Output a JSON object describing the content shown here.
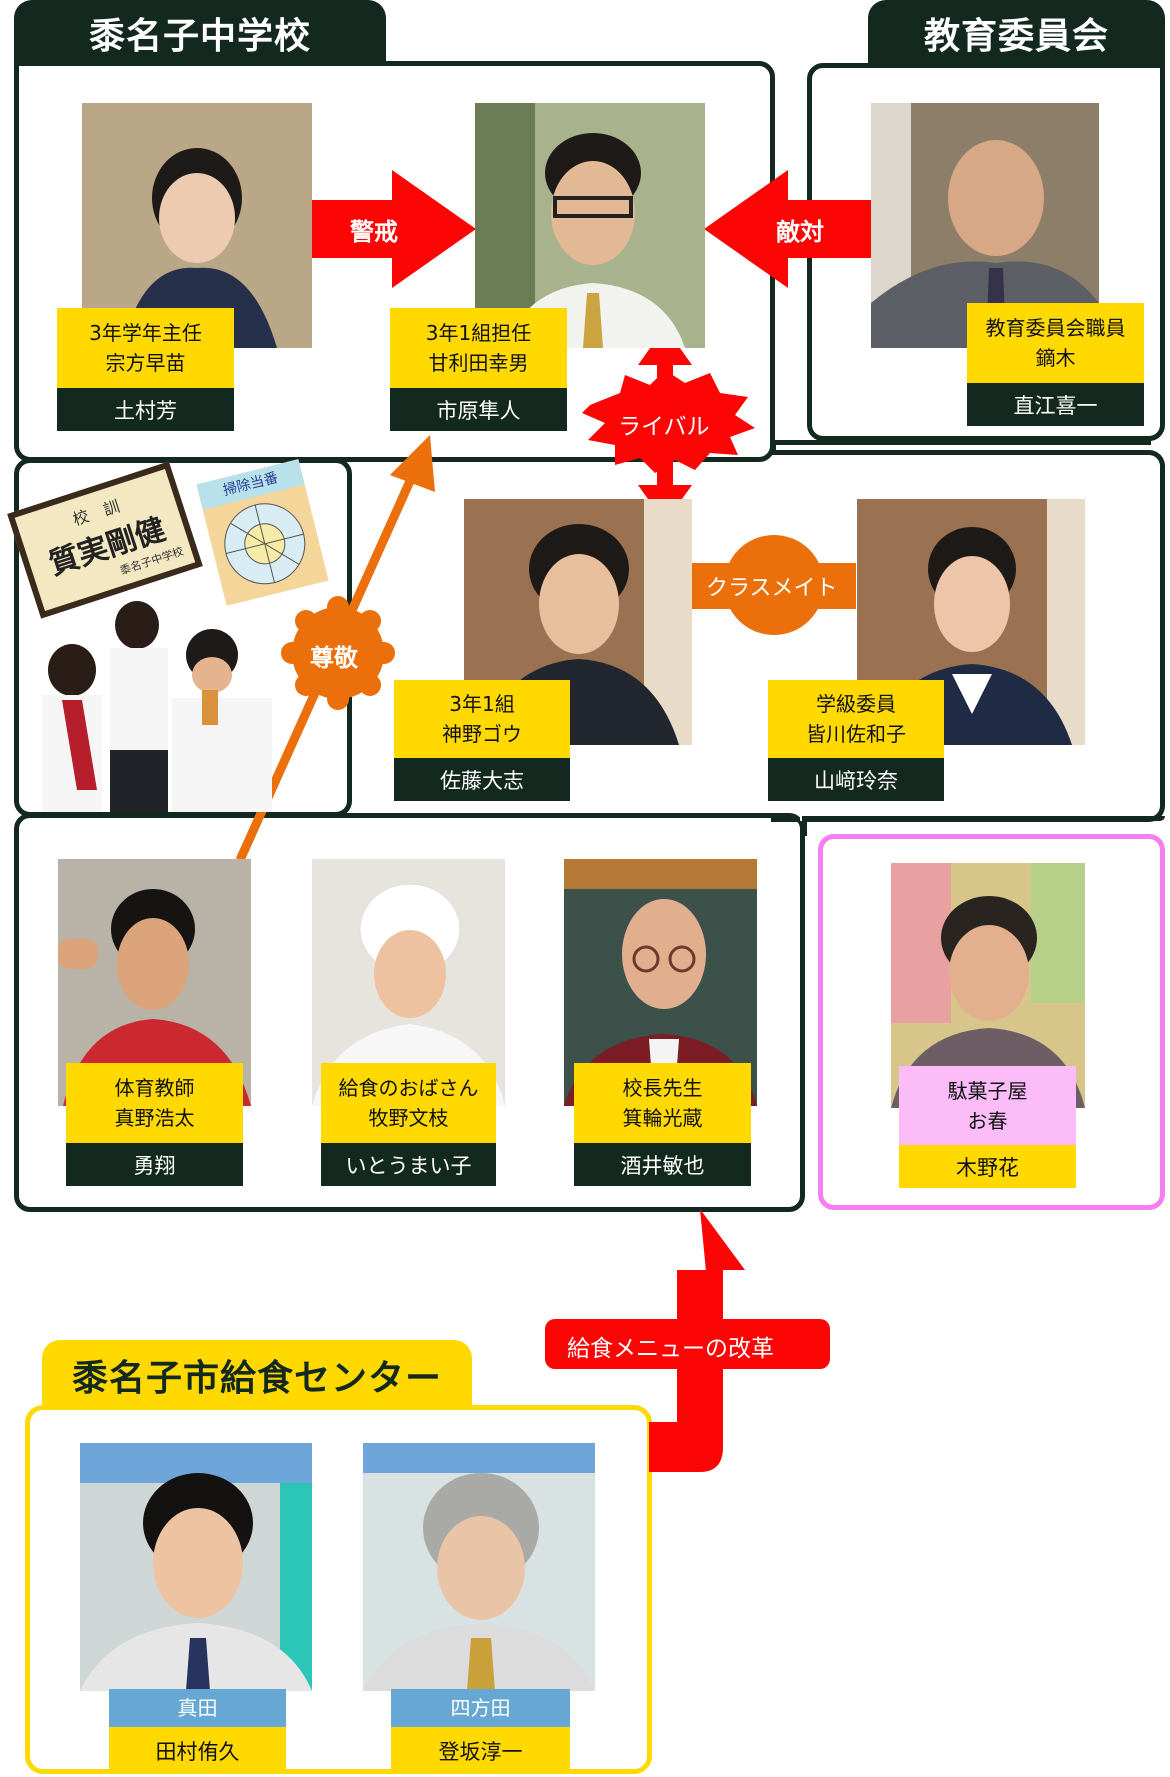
{
  "colors": {
    "dark_green": "#13291f",
    "yellow": "#ffd900",
    "red": "#fb0605",
    "orange": "#eb6f0b",
    "pink_border": "#f57fee",
    "pink_label": "#fbbcf8",
    "blue_label": "#67a7d4"
  },
  "groups": {
    "school": {
      "title": "黍名子中学校"
    },
    "board": {
      "title": "教育委員会"
    },
    "lunch_center": {
      "title": "黍名子市給食センター"
    }
  },
  "characters": {
    "munakata": {
      "role": "3年学年主任",
      "name": "宗方早苗",
      "actor": "土村芳"
    },
    "amarita": {
      "role": "3年1組担任",
      "name": "甘利田幸男",
      "actor": "市原隼人"
    },
    "kaburagi": {
      "role": "教育委員会職員",
      "name": "鏑木",
      "actor": "直江喜一"
    },
    "kamino": {
      "role": "3年1組",
      "name": "神野ゴウ",
      "actor": "佐藤大志"
    },
    "minagawa": {
      "role": "学級委員",
      "name": "皆川佐和子",
      "actor": "山﨑玲奈"
    },
    "mano": {
      "role": "体育教師",
      "name": "真野浩太",
      "actor": "勇翔"
    },
    "makino": {
      "role": "給食のおばさん",
      "name": "牧野文枝",
      "actor": "いとうまい子"
    },
    "minowa": {
      "role": "校長先生",
      "name": "箕輪光蔵",
      "actor": "酒井敏也"
    },
    "oharu": {
      "role": "駄菓子屋",
      "name": "お春",
      "actor": "木野花"
    },
    "sanada": {
      "name": "真田",
      "actor": "田村侑久"
    },
    "yomoda": {
      "name": "四方田",
      "actor": "登坂淳一"
    }
  },
  "relations": {
    "keikai": "警戒",
    "tekitai": "敵対",
    "rival": "ライバル",
    "classmate": "クラスメイト",
    "sonkei": "尊敬",
    "menu_reform": "給食メニューの改革"
  },
  "decor": {
    "school_motto_title": "校　訓",
    "school_motto": "質実剛健",
    "school_motto_sign": "黍名子中学校",
    "cleaning_chart_title": "掃除当番"
  }
}
